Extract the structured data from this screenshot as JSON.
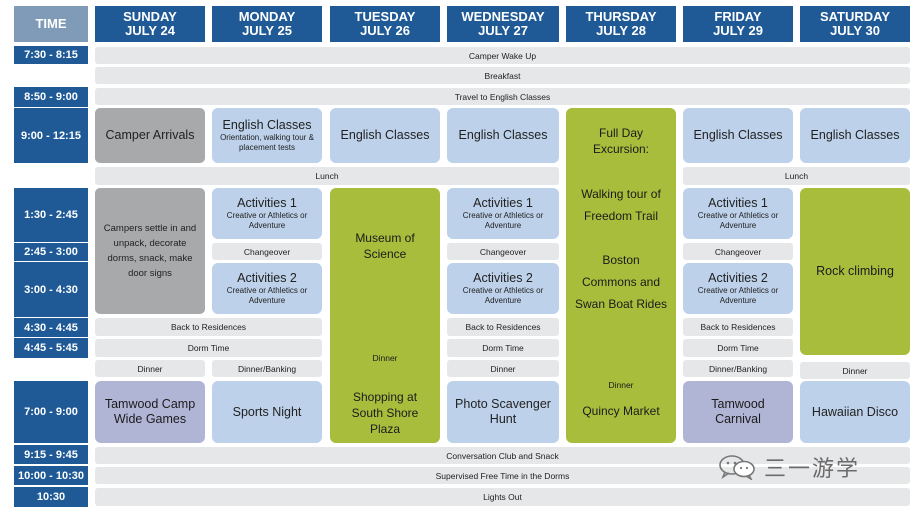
{
  "header": {
    "time": "TIME",
    "days": [
      {
        "day": "SUNDAY",
        "date": "JULY 24"
      },
      {
        "day": "MONDAY",
        "date": "JULY 25"
      },
      {
        "day": "TUESDAY",
        "date": "JULY 26"
      },
      {
        "day": "WEDNESDAY",
        "date": "JULY 27"
      },
      {
        "day": "THURSDAY",
        "date": "JULY 28"
      },
      {
        "day": "FRIDAY",
        "date": "JULY 29"
      },
      {
        "day": "SATURDAY",
        "date": "JULY 30"
      }
    ]
  },
  "times": [
    "7:30 - 8:15",
    "8:50 - 9:00",
    "9:00 - 12:15",
    "1:30 - 2:45",
    "2:45 - 3:00",
    "3:00 - 4:30",
    "4:30 - 4:45",
    "4:45 - 5:45",
    "7:00 - 9:00",
    "9:15 - 9:45",
    "10:00 - 10:30",
    "10:30"
  ],
  "bars": {
    "wake": "Camper Wake Up",
    "breakfast": "Breakfast",
    "travel": "Travel to English Classes",
    "lunch": "Lunch",
    "conversation": "Conversation Club and Snack",
    "free_time": "Supervised Free Time in the Dorms",
    "lights": "Lights Out"
  },
  "sunday": {
    "arrivals": "Camper Arrivals",
    "settle": "Campers settle in and unpack, decorate dorms, snack, make door signs",
    "games": "Tamwood Camp Wide Games"
  },
  "common": {
    "english": "English Classes",
    "english_sub": "Orientation, walking tour & placement tests",
    "act1": "Activities 1",
    "act2": "Activities 2",
    "act_sub": "Creative or Athletics or Adventure",
    "changeover": "Changeover",
    "back": "Back to Residences",
    "dorm": "Dorm Time",
    "dinner": "Dinner",
    "dinner_banking": "Dinner/Banking"
  },
  "monday": {
    "night": "Sports Night"
  },
  "tuesday": {
    "museum": "Museum of Science",
    "dinner": "Dinner",
    "shopping": "Shopping at South Shore Plaza"
  },
  "wednesday": {
    "hunt": "Photo Scavenger Hunt"
  },
  "thursday": {
    "excursion": "Full Day Excursion:",
    "walking": "Walking tour of Freedom Trail",
    "boston": "Boston Commons and Swan Boat Rides",
    "dinner": "Dinner",
    "market": "Quincy Market"
  },
  "friday": {
    "carnival": "Tamwood Carnival"
  },
  "saturday": {
    "rock": "Rock climbing",
    "dinner": "Dinner",
    "disco": "Hawaiian Disco"
  },
  "watermark": {
    "text": "三一游学"
  }
}
